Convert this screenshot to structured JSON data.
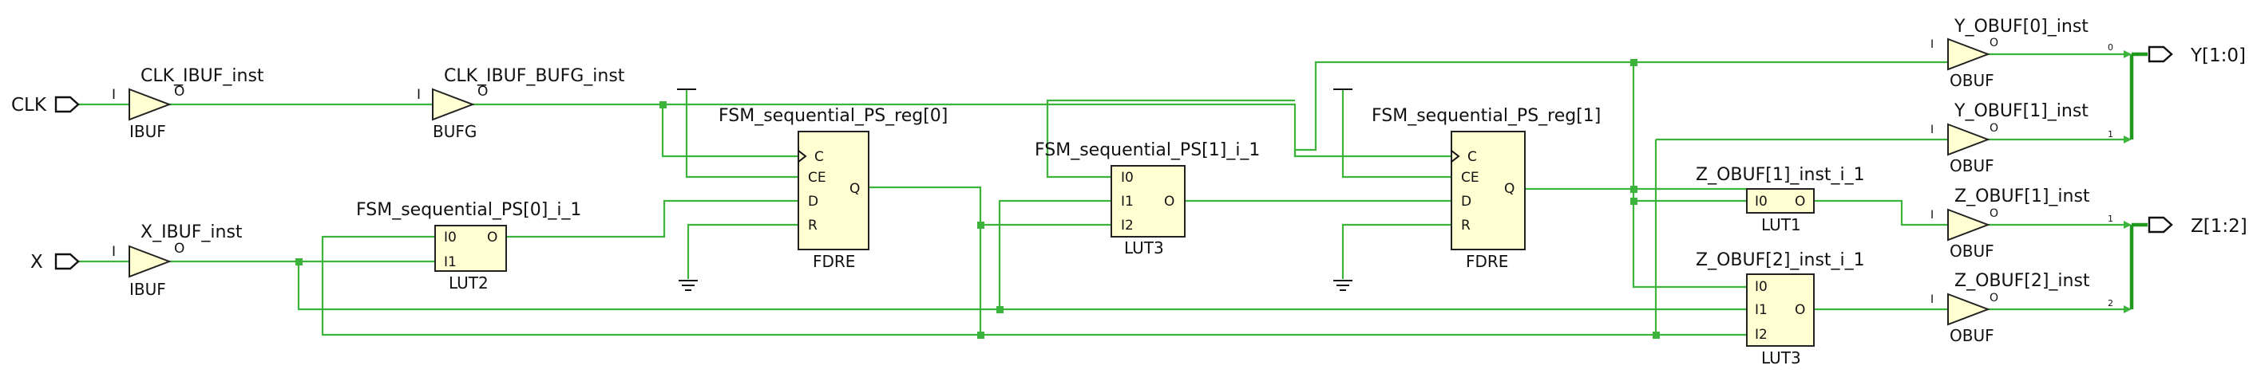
{
  "ports": {
    "clk": "CLK",
    "x": "X",
    "y": "Y[1:0]",
    "z": "Z[1:2]"
  },
  "cells": {
    "clk_ibuf": {
      "name": "CLK_IBUF_inst",
      "type": "IBUF",
      "in": "I",
      "out": "O"
    },
    "clk_bufg": {
      "name": "CLK_IBUF_BUFG_inst",
      "type": "BUFG",
      "in": "I",
      "out": "O"
    },
    "x_ibuf": {
      "name": "X_IBUF_inst",
      "type": "IBUF",
      "in": "I",
      "out": "O"
    },
    "lut_ps0": {
      "name": "FSM_sequential_PS[0]_i_1",
      "type": "LUT2",
      "pins": [
        "I0",
        "I1",
        "O"
      ]
    },
    "reg0": {
      "name": "FSM_sequential_PS_reg[0]",
      "type": "FDRE",
      "pins": [
        "C",
        "CE",
        "D",
        "R",
        "Q"
      ]
    },
    "lut_ps1": {
      "name": "FSM_sequential_PS[1]_i_1",
      "type": "LUT3",
      "pins": [
        "I0",
        "I1",
        "I2",
        "O"
      ]
    },
    "reg1": {
      "name": "FSM_sequential_PS_reg[1]",
      "type": "FDRE",
      "pins": [
        "C",
        "CE",
        "D",
        "R",
        "Q"
      ]
    },
    "z1_lut": {
      "name": "Z_OBUF[1]_inst_i_1",
      "type": "LUT1",
      "pins": [
        "I0",
        "O"
      ]
    },
    "z2_lut": {
      "name": "Z_OBUF[2]_inst_i_1",
      "type": "LUT3",
      "pins": [
        "I0",
        "I1",
        "I2",
        "O"
      ]
    },
    "y0_obuf": {
      "name": "Y_OBUF[0]_inst",
      "type": "OBUF",
      "in": "I",
      "out": "O"
    },
    "y1_obuf": {
      "name": "Y_OBUF[1]_inst",
      "type": "OBUF",
      "in": "I",
      "out": "O"
    },
    "z1_obuf": {
      "name": "Z_OBUF[1]_inst",
      "type": "OBUF",
      "in": "I",
      "out": "O"
    },
    "z2_obuf": {
      "name": "Z_OBUF[2]_inst",
      "type": "OBUF",
      "in": "I",
      "out": "O"
    }
  },
  "bus_bits": {
    "y0": "0",
    "y1": "1",
    "z1": "1",
    "z2": "2"
  },
  "colors": {
    "wire": "#3cb43c",
    "cell_fill": "#ffffd2",
    "outline": "#222222"
  }
}
